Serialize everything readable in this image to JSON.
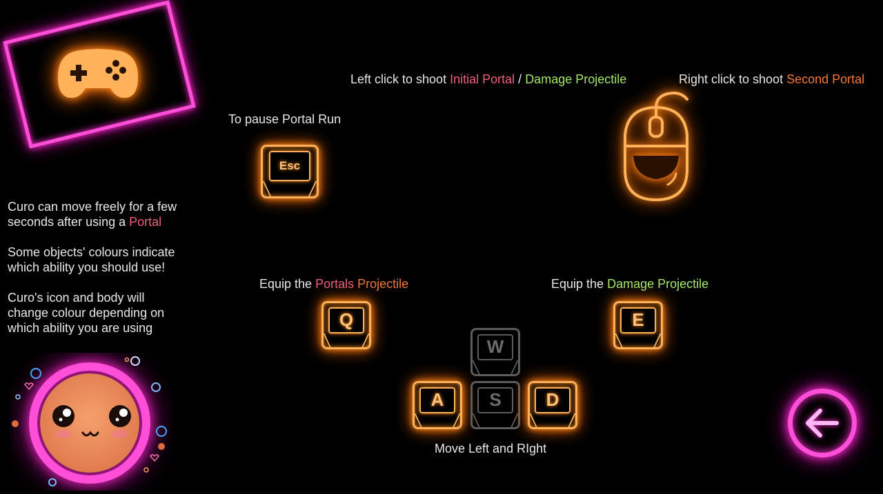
{
  "colors": {
    "background": "#000000",
    "text": "#ece6e6",
    "portal_pink": "#f0607e",
    "damage_green": "#a6e86c",
    "second_portal_orange": "#f57838",
    "neon_orange": "#ff8a1e",
    "neon_magenta": "#ff2cd0",
    "inactive_key": "#5c5c5c"
  },
  "icons": {
    "controller": "gamepad-icon",
    "mouse": "mouse-icon",
    "back": "arrow-left-icon",
    "character": "curo-face"
  },
  "left_click": {
    "prefix": "Left click to shoot",
    "initial_portal": "Initial Portal",
    "separator": "/",
    "damage_projectile": "Damage Projectile"
  },
  "right_click": {
    "prefix": "Right click to shoot",
    "second_portal": "Second Portal"
  },
  "pause": {
    "label": "To pause Portal Run",
    "key": "Esc"
  },
  "equip_q": {
    "prefix": "Equip the",
    "word1": "Portals",
    "word2": "Projectile",
    "key": "Q"
  },
  "equip_e": {
    "prefix": "Equip the",
    "highlight": "Damage Projectile",
    "key": "E"
  },
  "move": {
    "keys": [
      "W",
      "A",
      "S",
      "D"
    ],
    "label": "Move Left and RIght"
  },
  "info": {
    "p1_line1": "Curo can move freely for a few",
    "p1_line2": "seconds after using a",
    "p1_portal": "Portal",
    "p2_line1": "Some objects' colours indicate",
    "p2_line2": "which ability you should use!",
    "p3_line1": "Curo's icon and body will",
    "p3_line2": "change colour depending on",
    "p3_line3": "which ability you are using"
  }
}
